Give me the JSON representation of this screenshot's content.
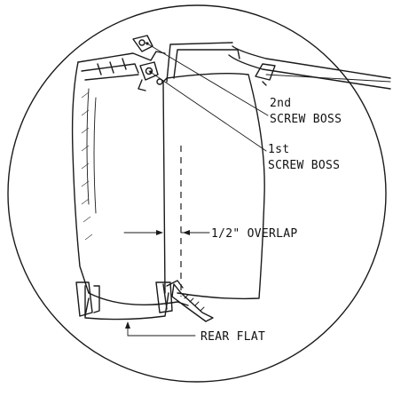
{
  "labels": {
    "second_boss_line1": "2nd",
    "second_boss_line2": "SCREW BOSS",
    "first_boss_line1": "1st",
    "first_boss_line2": "SCREW BOSS",
    "overlap": "1/2\" OVERLAP",
    "rear_flat": "REAR FLAT"
  },
  "colors": {
    "ink": "#1a1a1a",
    "paper": "#ffffff"
  }
}
